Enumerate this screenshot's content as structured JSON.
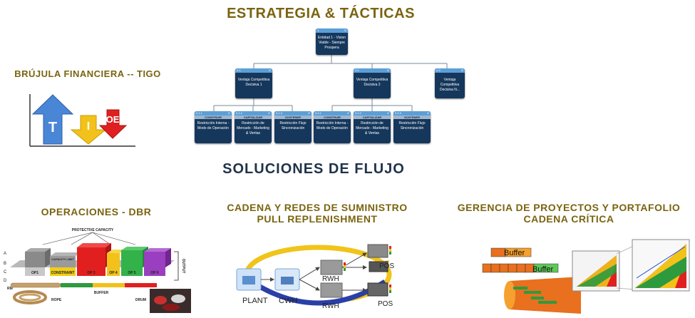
{
  "titles": {
    "strategy": "ESTRATEGIA & TÁCTICAS",
    "brujula": "BRÚJULA FINANCIERA -- TIGO",
    "flow": "SOLUCIONES DE FLUJO",
    "operations": "OPERACIONES - DBR",
    "supply_line1": "CADENA Y REDES DE SUMINISTRO",
    "supply_line2": "PULL REPLENISHMENT",
    "projects_line1": "GERENCIA DE PROYECTOS Y PORTAFOLIO",
    "projects_line2": "CADENA CRÍTICA"
  },
  "tree": {
    "root": {
      "id": "1",
      "text": "Entidad 1 - Vision Viable - Siempre Prospera"
    },
    "level2": [
      {
        "id": "2.1",
        "text": "Ventaja Competitiva Decisiva 1"
      },
      {
        "id": "2.2",
        "text": "Ventaja Competitiva Decisiva 2"
      },
      {
        "id": "2.3",
        "text": "Ventaja Competitiva Decisiva N..."
      }
    ],
    "level3": [
      {
        "id": "3.1.1",
        "sub": "CONSTRUIR",
        "text": "Restricción Interna - Modo de Operación"
      },
      {
        "id": "3.1.2",
        "sub": "CAPITALIZAR",
        "text": "Restricción de Mercado - Marketing & Ventas"
      },
      {
        "id": "3.1.3",
        "sub": "SOSTENER",
        "text": "Restricción Flujo Sincronización"
      },
      {
        "id": "3.2.1",
        "sub": "CONSTRUIR",
        "text": "Restricción Interna - Modo de Operación"
      },
      {
        "id": "3.2.2",
        "sub": "CAPITALIZAR",
        "text": "Restricción de Mercado - Marketing & Ventas"
      },
      {
        "id": "3.2.3",
        "sub": "SOSTENER",
        "text": "Restricción Flujo Sincronización"
      }
    ],
    "node_corner": "E"
  },
  "tie": {
    "letters": [
      "T",
      "I",
      "OE"
    ],
    "colors": [
      "#4a86d6",
      "#f2c21a",
      "#e02020"
    ]
  },
  "dbr": {
    "protective": "PROTECTIVE CAPACITY",
    "capacity_limit": "CAPACITY LIMIT",
    "ops": [
      "OP1",
      "CONSTRAINT",
      "OP 3",
      "OP 4",
      "OP 5",
      "OP 6"
    ],
    "row_letters": [
      "A",
      "B",
      "C",
      "D"
    ],
    "output": "OUTPUT",
    "rm": "RM",
    "rope": "ROPE",
    "buffer": "BUFFER",
    "drum": "DRUM"
  },
  "supply": {
    "plant": "PLANT",
    "cwh": "CWH",
    "rwh1": "RWH",
    "rwh2": "RWH",
    "pos1": "POS",
    "pos2": "POS"
  },
  "cc": {
    "buffer1": "Buffer",
    "buffer2": "Buffer"
  }
}
